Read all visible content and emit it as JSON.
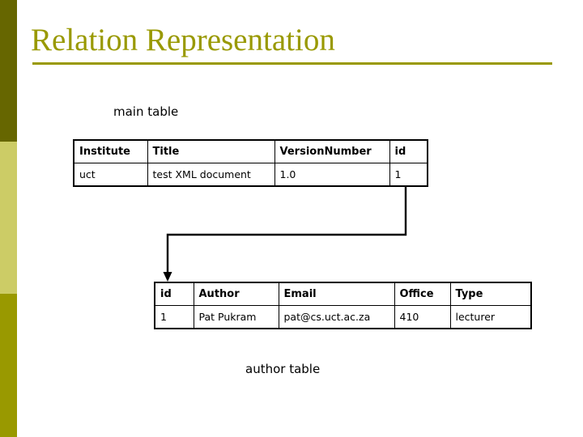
{
  "slide": {
    "title": "Relation Representation",
    "title_color": "#999900",
    "rule_color": "#999900",
    "background": "#ffffff"
  },
  "sidebar": {
    "bands": [
      {
        "name": "top-band",
        "color": "#666600"
      },
      {
        "name": "middle-band",
        "color": "#cccc66"
      },
      {
        "name": "bottom-band",
        "color": "#999900"
      }
    ]
  },
  "captions": {
    "main_table": "main table",
    "author_table": "author table"
  },
  "main_table": {
    "columns": [
      "Institute",
      "Title",
      "VersionNumber",
      "id"
    ],
    "rows": [
      [
        "uct",
        "test XML document",
        "1.0",
        "1"
      ]
    ]
  },
  "author_table": {
    "columns": [
      "id",
      "Author",
      "Email",
      "Office",
      "Type"
    ],
    "rows": [
      [
        "1",
        "Pat Pukram",
        "pat@cs.uct.ac.za",
        "410",
        "lecturer"
      ]
    ]
  },
  "connector": {
    "name": "foreign-key-arrow",
    "color": "#000000",
    "from": "main table id column",
    "to": "author table id column"
  }
}
